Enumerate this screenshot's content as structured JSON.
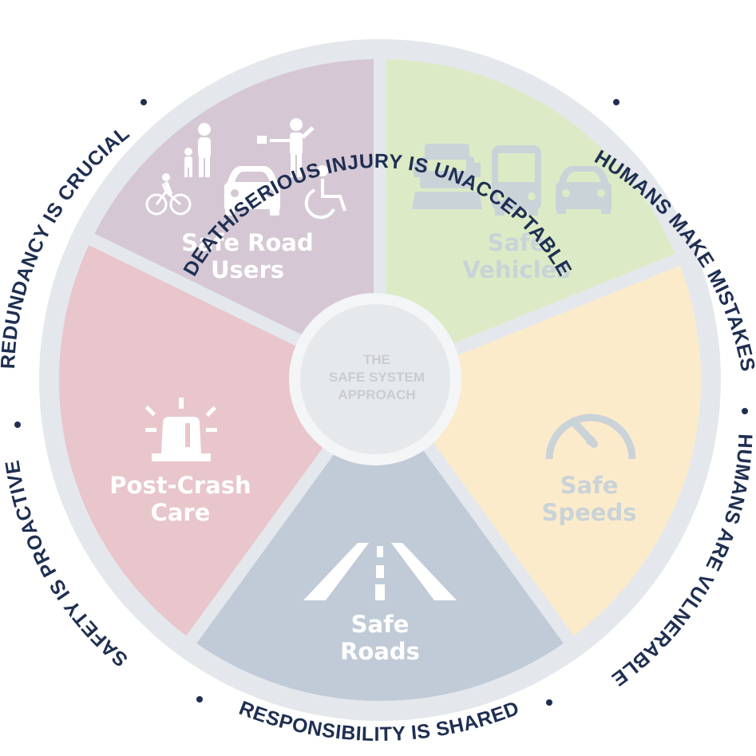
{
  "center": {
    "lines": [
      "THE",
      "SAFE SYSTEM",
      "APPROACH"
    ]
  },
  "segments": [
    {
      "id": "road-users",
      "lines": [
        "Safe Road",
        "Users"
      ],
      "fill": "#d5c8d4",
      "text_color": "#ffffff"
    },
    {
      "id": "vehicles",
      "lines": [
        "Safe",
        "Vehicles"
      ],
      "fill": "#dcebc6",
      "text_color": "#c9d3d8"
    },
    {
      "id": "speeds",
      "lines": [
        "Safe",
        "Speeds"
      ],
      "fill": "#fcebcb",
      "text_color": "#c9d3d8"
    },
    {
      "id": "roads",
      "lines": [
        "Safe",
        "Roads"
      ],
      "fill": "#c0cbd7",
      "text_color": "#ffffff"
    },
    {
      "id": "post-crash",
      "lines": [
        "Post-Crash",
        "Care"
      ],
      "fill": "#e8c6cb",
      "text_color": "#ffffff"
    }
  ],
  "principles": [
    "DEATH/SERIOUS INJURY IS UNACCEPTABLE",
    "HUMANS MAKE MISTAKES",
    "HUMANS ARE VULNERABLE",
    "RESPONSIBILITY IS SHARED",
    "SAFETY IS PROACTIVE",
    "REDUNDANCY IS CRUCIAL"
  ],
  "colors": {
    "ring": "#e4e8ec",
    "divider": "#e4e8ec",
    "principle_text": "#1f2f52",
    "center_fill": "#e6e9ec",
    "center_border": "#f3f5f7",
    "icon_muted": "#c9d3d8",
    "icon_white": "#ffffff"
  },
  "icons": {
    "road-users": [
      "pedestrian-family-icon",
      "cyclist-icon",
      "car-front-icon",
      "crossing-guard-icon",
      "wheelchair-icon"
    ],
    "vehicles": [
      "truck-front-icon",
      "bus-front-icon",
      "car-front-icon"
    ],
    "speeds": [
      "speedometer-icon"
    ],
    "roads": [
      "road-lanes-icon"
    ],
    "post-crash": [
      "emergency-siren-icon"
    ]
  }
}
